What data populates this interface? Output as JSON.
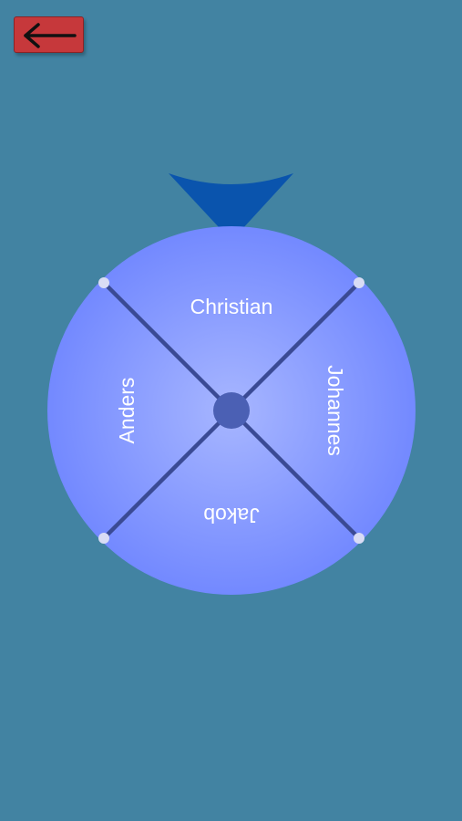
{
  "back_button": {
    "icon": "arrow-left-icon",
    "color": "#c6383b"
  },
  "pointer": {
    "icon": "pointer-triangle-icon",
    "color": "#0a54ad"
  },
  "wheel": {
    "segments": [
      {
        "label": "Christian",
        "position": "top"
      },
      {
        "label": "Johannes",
        "position": "right"
      },
      {
        "label": "Jakob",
        "position": "bottom"
      },
      {
        "label": "Anders",
        "position": "left"
      }
    ],
    "colors": {
      "fill_center": "#a7b6ff",
      "fill_edge": "#7389ff",
      "divider": "#3a4a94",
      "hub": "#4b60b4",
      "divider_end": "#d9dcf5"
    }
  }
}
